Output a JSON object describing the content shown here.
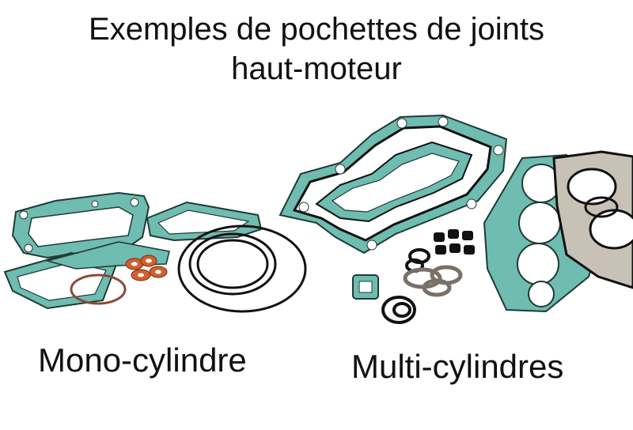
{
  "title": {
    "line1": "Exemples de pochettes de joints",
    "line2": "haut-moteur"
  },
  "captions": {
    "mono": "Mono-cylindre",
    "multi": "Multi-cylindres"
  },
  "colors": {
    "gasket_teal": "#6fbcb0",
    "gasket_edge": "#1f3a36",
    "copper": "#d2602e",
    "head_gasket_metal": "#c8c2b6",
    "ring_black": "#111111"
  }
}
